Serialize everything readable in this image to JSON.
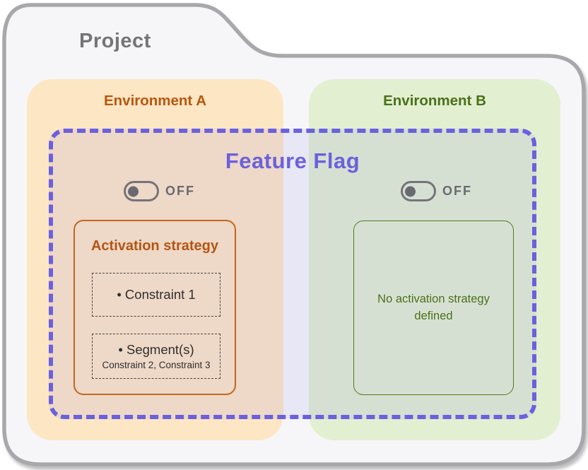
{
  "project": {
    "title": "Project"
  },
  "feature_flag": {
    "title": "Feature Flag",
    "accent_color": "#6a61de"
  },
  "environments": [
    {
      "name": "Environment A",
      "title_color": "#b9560e",
      "bg_color": "#fde6c4",
      "toggle_state": "OFF",
      "strategy": {
        "title": "Activation strategy",
        "border_color": "#c2671f",
        "constraint_label": "• Constraint 1",
        "segment_label": "• Segment(s)",
        "segment_sub": "Constraint 2, Constraint 3"
      }
    },
    {
      "name": "Environment B",
      "title_color": "#4a7119",
      "bg_color": "#e3efd1",
      "toggle_state": "OFF",
      "empty_text": "No activation strategy defined"
    }
  ],
  "toggle_color": "#696970",
  "folder_fill": "#f6f6f9",
  "folder_border": "#a8a8ac"
}
